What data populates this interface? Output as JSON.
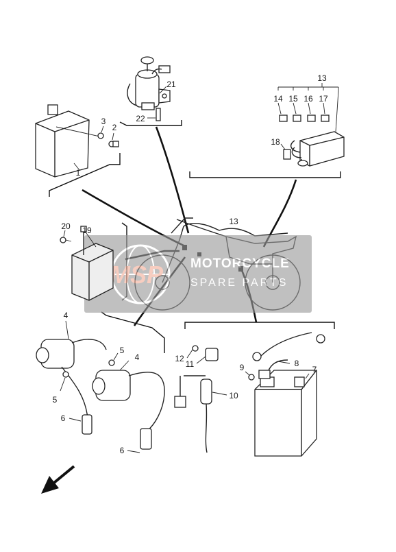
{
  "watermark": {
    "logo_text": "MSP",
    "line1": "MOTORCYCLE",
    "line2": "SPARE PARTS"
  },
  "callouts": [
    {
      "id": "c1",
      "text": "1"
    },
    {
      "id": "c2",
      "text": "2"
    },
    {
      "id": "c3",
      "text": "3"
    },
    {
      "id": "c4a",
      "text": "4"
    },
    {
      "id": "c4b",
      "text": "4"
    },
    {
      "id": "c5a",
      "text": "5"
    },
    {
      "id": "c5b",
      "text": "5"
    },
    {
      "id": "c6a",
      "text": "6"
    },
    {
      "id": "c6b",
      "text": "6"
    },
    {
      "id": "c7",
      "text": "7"
    },
    {
      "id": "c8",
      "text": "8"
    },
    {
      "id": "c9",
      "text": "9"
    },
    {
      "id": "c10",
      "text": "10"
    },
    {
      "id": "c11",
      "text": "11"
    },
    {
      "id": "c12",
      "text": "12"
    },
    {
      "id": "c13a",
      "text": "13"
    },
    {
      "id": "c13b",
      "text": "13"
    },
    {
      "id": "c14",
      "text": "14"
    },
    {
      "id": "c15",
      "text": "15"
    },
    {
      "id": "c16",
      "text": "16"
    },
    {
      "id": "c17",
      "text": "17"
    },
    {
      "id": "c18",
      "text": "18"
    },
    {
      "id": "c19",
      "text": "19"
    },
    {
      "id": "c20",
      "text": "20"
    },
    {
      "id": "c21",
      "text": "21"
    },
    {
      "id": "c22",
      "text": "22"
    }
  ]
}
